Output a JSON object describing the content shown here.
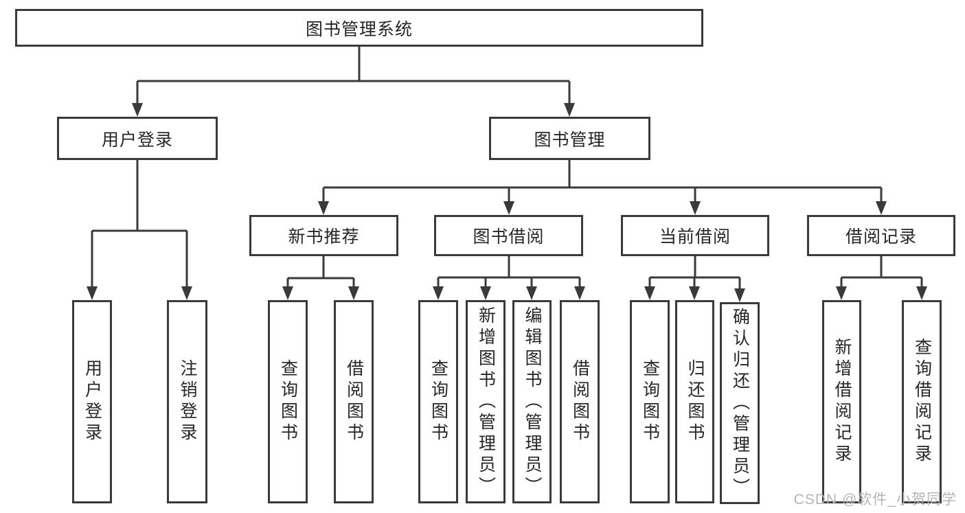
{
  "title": "图书管理系统",
  "user_login": {
    "label": "用户登录",
    "children": {
      "login": "用户登录",
      "logout": "注销登录"
    }
  },
  "book_management": {
    "label": "图书管理",
    "new_book_recommend": {
      "label": "新书推荐",
      "children": {
        "query_books": "查询图书",
        "borrow_books": "借阅图书"
      }
    },
    "book_borrowing": {
      "label": "图书借阅",
      "children": {
        "query_books": "查询图书",
        "add_books": "新增图书（管理员）",
        "edit_books": "编辑图书（管理员）",
        "borrow_books": "借阅图书"
      }
    },
    "current_borrowing": {
      "label": "当前借阅",
      "children": {
        "query_books": "查询图书",
        "return_books": "归还图书",
        "confirm_return": "确认归还（管理员）"
      }
    },
    "borrowing_records": {
      "label": "借阅记录",
      "children": {
        "add_record": "新增借阅记录",
        "query_record": "查询借阅记录"
      }
    }
  },
  "watermark": "CSDN @软件_小贺同学",
  "colors": {
    "line": "#3a3a3a",
    "text": "#262626",
    "watermark": "#b4b4b4",
    "background": "#ffffff"
  }
}
